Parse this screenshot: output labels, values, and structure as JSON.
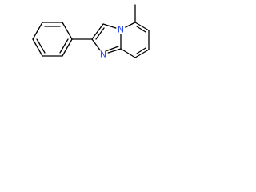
{
  "structure": {
    "atoms": [
      {
        "id": "n_bridge",
        "label": "N",
        "color": "#3050f8"
      },
      {
        "id": "n_ring",
        "label": "N",
        "color": "#3050f8"
      }
    ]
  }
}
